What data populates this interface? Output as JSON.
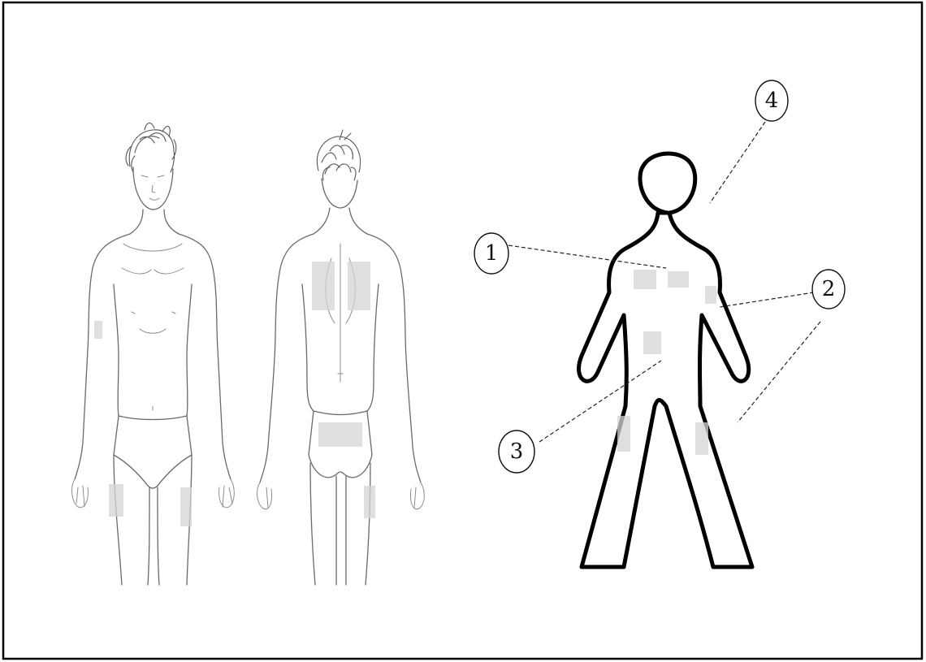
{
  "callouts": [
    {
      "id": "1",
      "label": "1"
    },
    {
      "id": "2",
      "label": "2"
    },
    {
      "id": "3",
      "label": "3"
    },
    {
      "id": "4",
      "label": "4"
    }
  ],
  "colors": {
    "frame": "#000000",
    "sketch_line": "#6a6a6a",
    "silhouette_stroke": "#000000",
    "stipple": "#d4d4d4",
    "background": "#ffffff"
  }
}
